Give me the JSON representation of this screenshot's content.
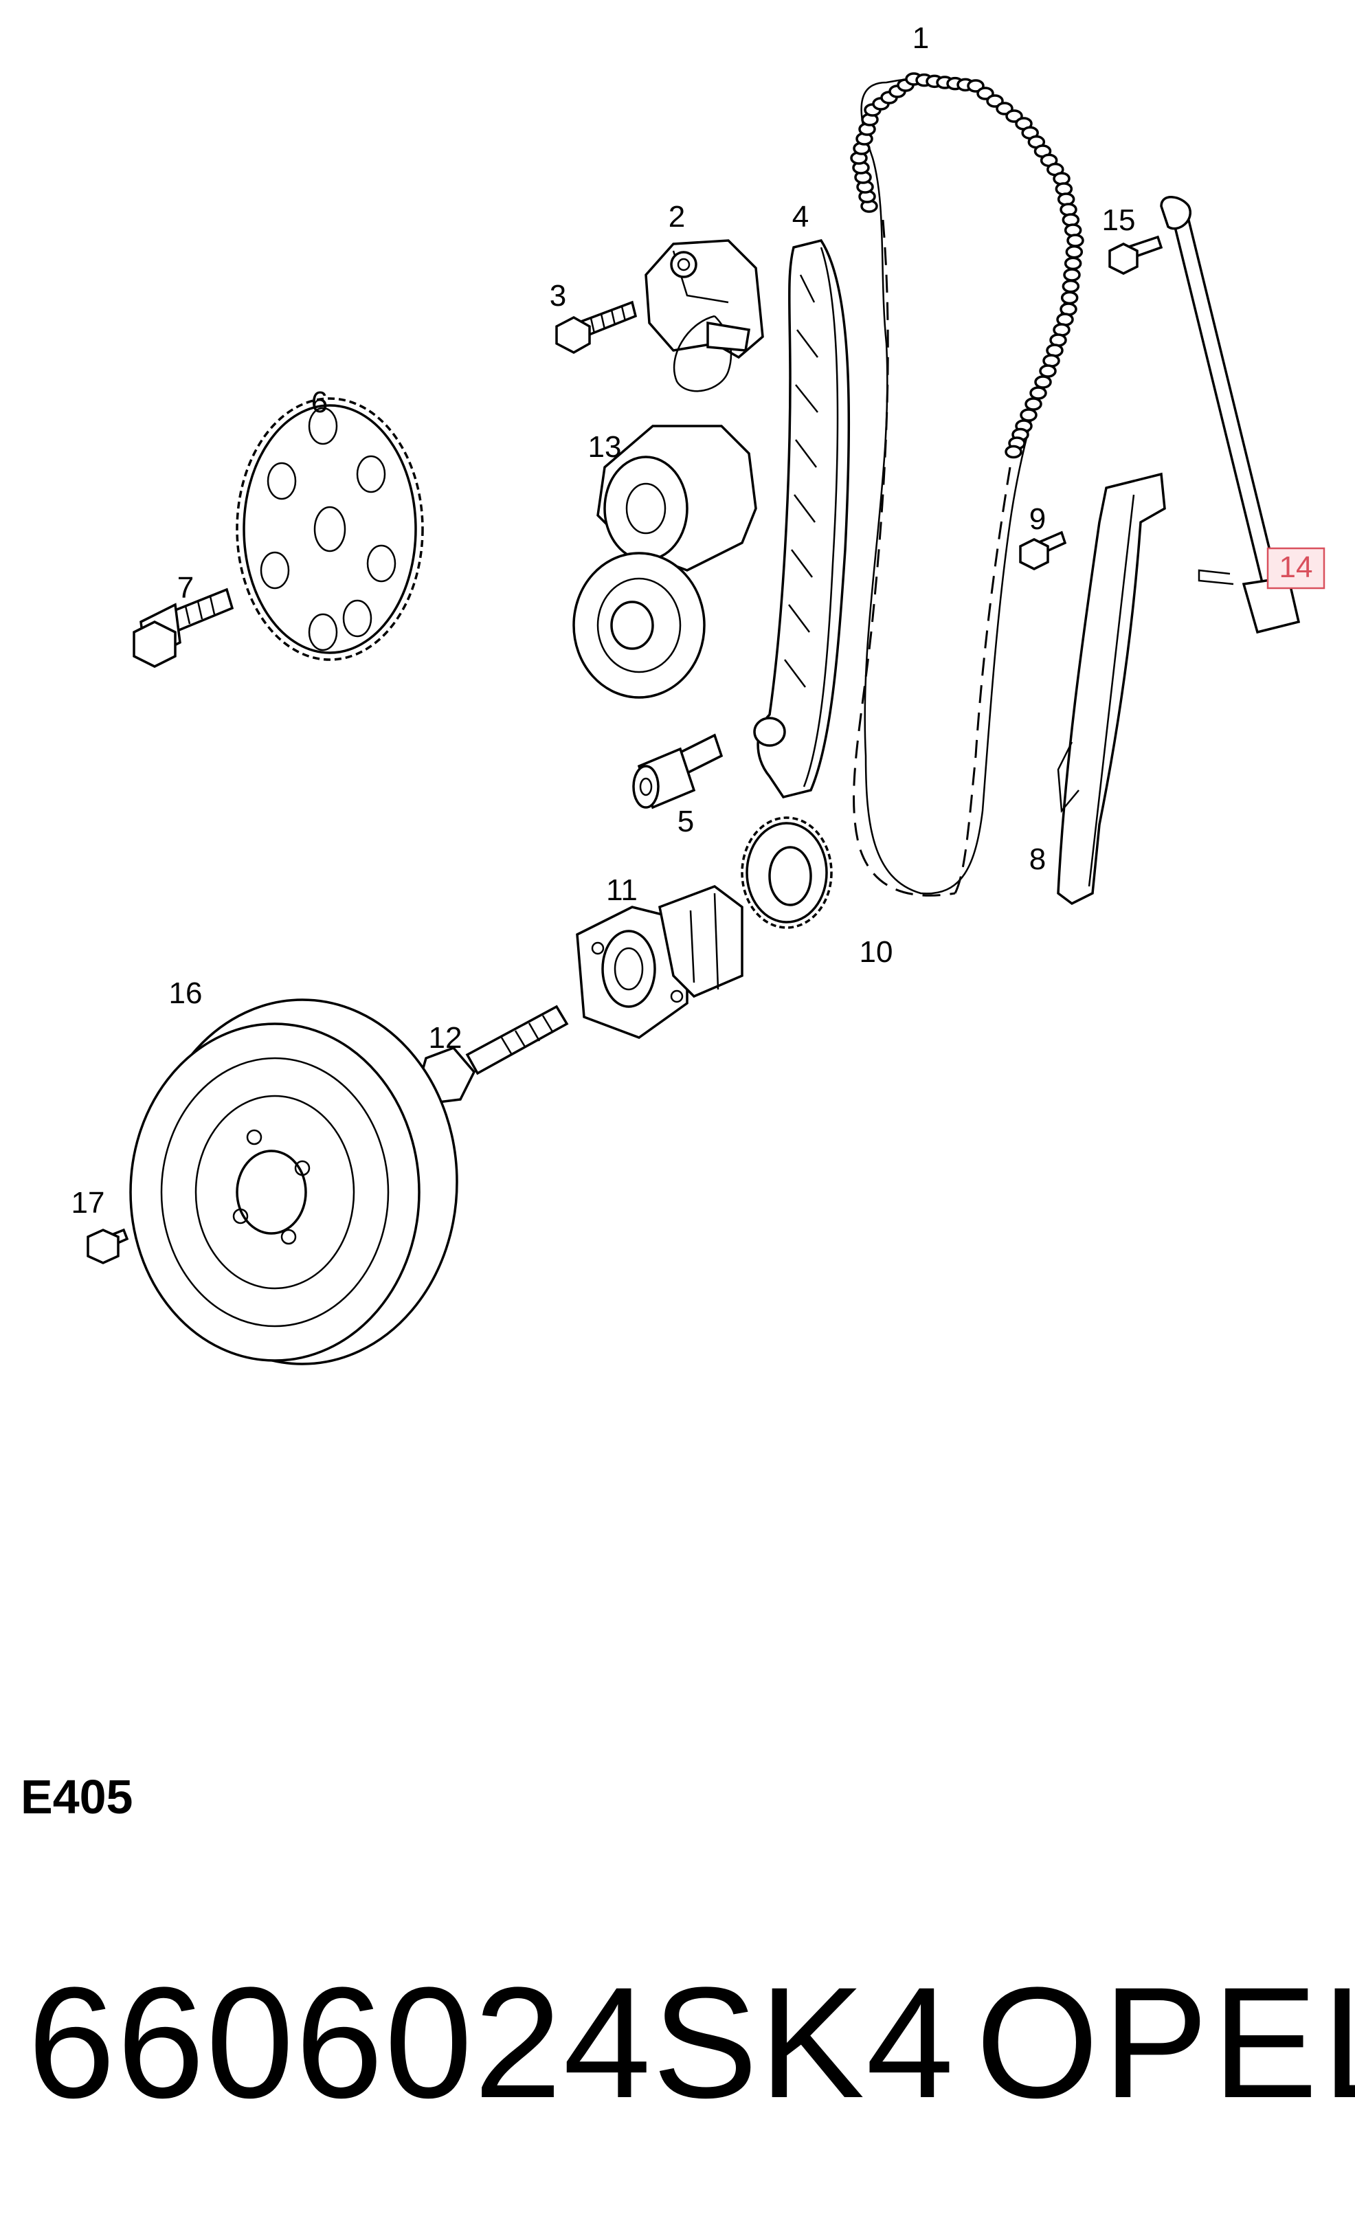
{
  "diagram": {
    "callouts": [
      "1",
      "2",
      "3",
      "4",
      "5",
      "6",
      "7",
      "8",
      "9",
      "10",
      "11",
      "12",
      "13",
      "14",
      "15",
      "16",
      "17"
    ],
    "highlighted_callout": "14",
    "highlight_color": "#d9505d"
  },
  "footer": {
    "diagram_code": "E405",
    "part_number": "6606024SK4",
    "brand": "OPEL"
  }
}
